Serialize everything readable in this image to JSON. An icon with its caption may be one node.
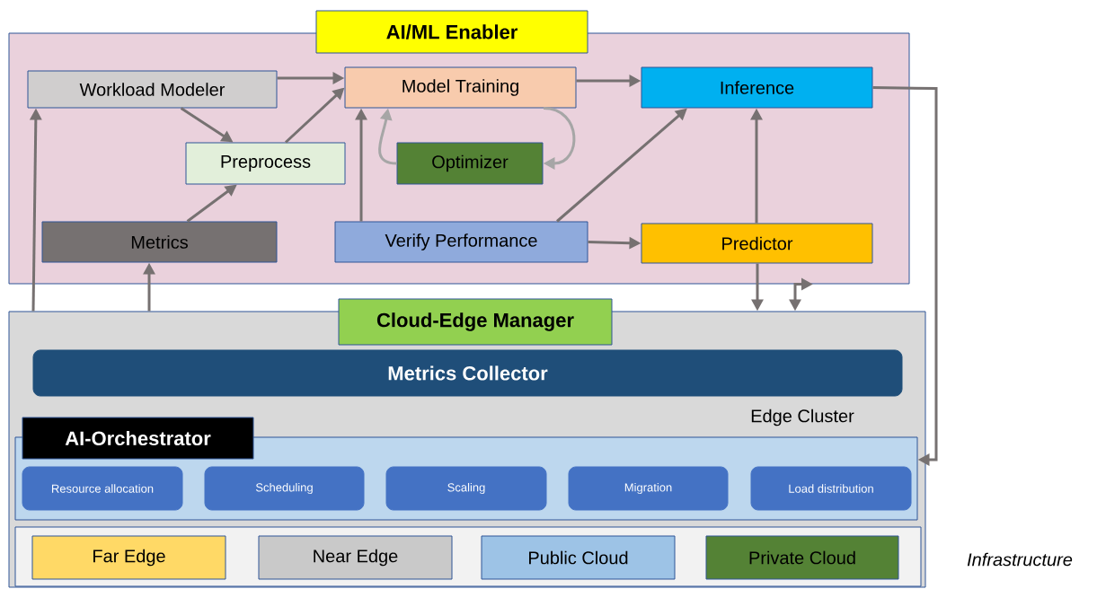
{
  "diagram": {
    "nodes": [
      {
        "text": [
          "AI/ML Enabler"
        ]
      },
      {
        "text": [
          "Workload Modeler"
        ],
        "in": 0
      },
      {
        "text": [
          "Model Training"
        ],
        "in": 0
      },
      {
        "text": [
          "Inference"
        ],
        "in": 0
      },
      {
        "text": [
          "Preprocess"
        ],
        "in": 0
      },
      {
        "text": [
          "Optimizer"
        ],
        "in": 0
      },
      {
        "text": [
          "Metrics"
        ],
        "in": 0
      },
      {
        "text": [
          "Verify Performance"
        ],
        "in": 0
      },
      {
        "text": [
          "Predictor"
        ],
        "in": 0
      },
      {
        "text": [
          "Cloud-Edge Manager",
          "Edge Cluster"
        ]
      },
      {
        "text": [
          "Metrics Collector"
        ],
        "in": 9
      },
      {
        "text": [
          "AI-Orchestrator"
        ],
        "in": 9
      },
      {
        "text": [
          "Resource allocation"
        ],
        "in": 11
      },
      {
        "text": [
          "Scheduling"
        ],
        "in": 11
      },
      {
        "text": [
          "Scaling"
        ],
        "in": 11
      },
      {
        "text": [
          "Migration"
        ],
        "in": 11
      },
      {
        "text": [
          "Load distribution"
        ],
        "in": 11
      },
      {
        "text": [],
        "shape": "box",
        "in": 9,
        "beside": [
          "Infrastructure"
        ]
      },
      {
        "text": [
          "Far Edge"
        ],
        "in": 17
      },
      {
        "text": [
          "Near Edge"
        ],
        "in": 17
      },
      {
        "text": [
          "Public Cloud"
        ],
        "in": 17
      },
      {
        "text": [
          "Private Cloud"
        ],
        "in": 17
      }
    ],
    "edges": [
      {
        "from": 1,
        "to": 2,
        "arrow": "to"
      },
      {
        "from": 1,
        "to": 4,
        "arrow": "to"
      },
      {
        "from": 6,
        "to": 4,
        "arrow": "to"
      },
      {
        "from": 4,
        "to": 2,
        "arrow": "to"
      },
      {
        "from": 2,
        "to": 3,
        "arrow": "to"
      },
      {
        "from": 7,
        "to": 2,
        "arrow": "to"
      },
      {
        "from": 7,
        "to": 3,
        "arrow": "to"
      },
      {
        "from": 7,
        "to": 8,
        "arrow": "to"
      },
      {
        "from": 8,
        "to": 3,
        "arrow": "to"
      },
      {
        "from": 2,
        "to": 5,
        "arrow": "to",
        "color": "#a6a6a6"
      },
      {
        "from": 5,
        "to": 2,
        "arrow": "to",
        "color": "#a6a6a6"
      },
      {
        "from": 9,
        "to": 1,
        "arrow": "to"
      },
      {
        "from": 9,
        "to": 6,
        "arrow": "to"
      },
      {
        "from": 8,
        "to": 9,
        "arrow": "to"
      },
      {
        "from": 0,
        "to": 9,
        "arrow": "both"
      },
      {
        "from": 3,
        "to": 11,
        "arrow": "to"
      }
    ]
  }
}
